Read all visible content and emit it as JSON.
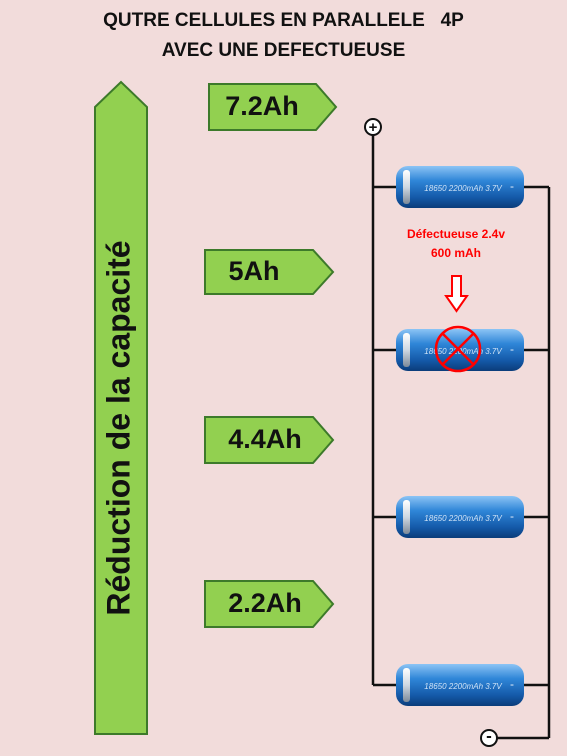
{
  "title": {
    "line1": "QUTRE CELLULES EN PARALLELE   4P",
    "line2": "AVEC UNE DEFECTUEUSE"
  },
  "arrow_label": "Réduction de la capacité",
  "capacity_tags": [
    "7.2Ah",
    "5Ah",
    "4.4Ah",
    "2.2Ah"
  ],
  "battery_text": "18650 2200mAh 3.7V",
  "defect": {
    "line1": "Défectueuse 2.4v",
    "line2": "600 mAh"
  },
  "terminals": {
    "positive": "+",
    "negative": "-",
    "cell_negative": "-"
  },
  "colors": {
    "background": "#f2dcdb",
    "tag_fill": "#92d050",
    "tag_stroke": "#3d7a2a",
    "battery_blue": "#1e6fc0",
    "defect_red": "#ff0000"
  },
  "icons": [
    "down-arrow-icon",
    "cross-circle-icon"
  ]
}
